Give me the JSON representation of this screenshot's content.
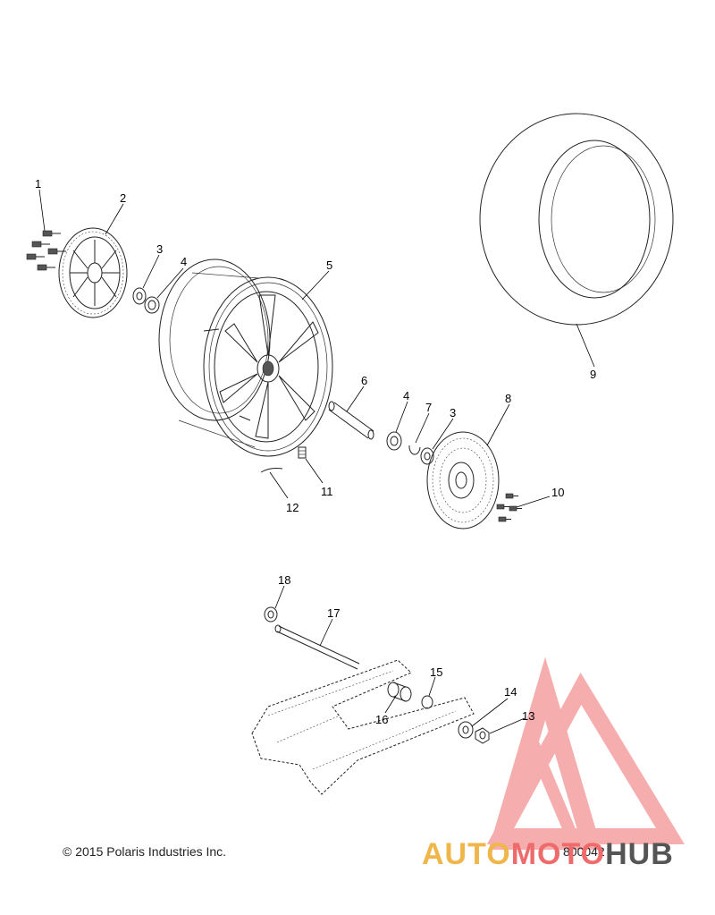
{
  "copyright": "© 2015 Polaris Industries Inc.",
  "drawing_number": "800042",
  "watermark": {
    "text_a": "AUTO",
    "text_b": "MOTO",
    "text_c": "HUB",
    "color_a": "#f0b64a",
    "color_b": "#ef6b6b",
    "color_c": "#555555"
  },
  "callouts": [
    {
      "id": "c1",
      "label": "1"
    },
    {
      "id": "c2",
      "label": "2"
    },
    {
      "id": "c3a",
      "label": "3"
    },
    {
      "id": "c4a",
      "label": "4"
    },
    {
      "id": "c5",
      "label": "5"
    },
    {
      "id": "c6",
      "label": "6"
    },
    {
      "id": "c4b",
      "label": "4"
    },
    {
      "id": "c7",
      "label": "7"
    },
    {
      "id": "c3b",
      "label": "3"
    },
    {
      "id": "c8",
      "label": "8"
    },
    {
      "id": "c9",
      "label": "9"
    },
    {
      "id": "c10",
      "label": "10"
    },
    {
      "id": "c11",
      "label": "11"
    },
    {
      "id": "c12",
      "label": "12"
    },
    {
      "id": "c13",
      "label": "13"
    },
    {
      "id": "c14",
      "label": "14"
    },
    {
      "id": "c15",
      "label": "15"
    },
    {
      "id": "c16",
      "label": "16"
    },
    {
      "id": "c17",
      "label": "17"
    },
    {
      "id": "c18",
      "label": "18"
    }
  ]
}
